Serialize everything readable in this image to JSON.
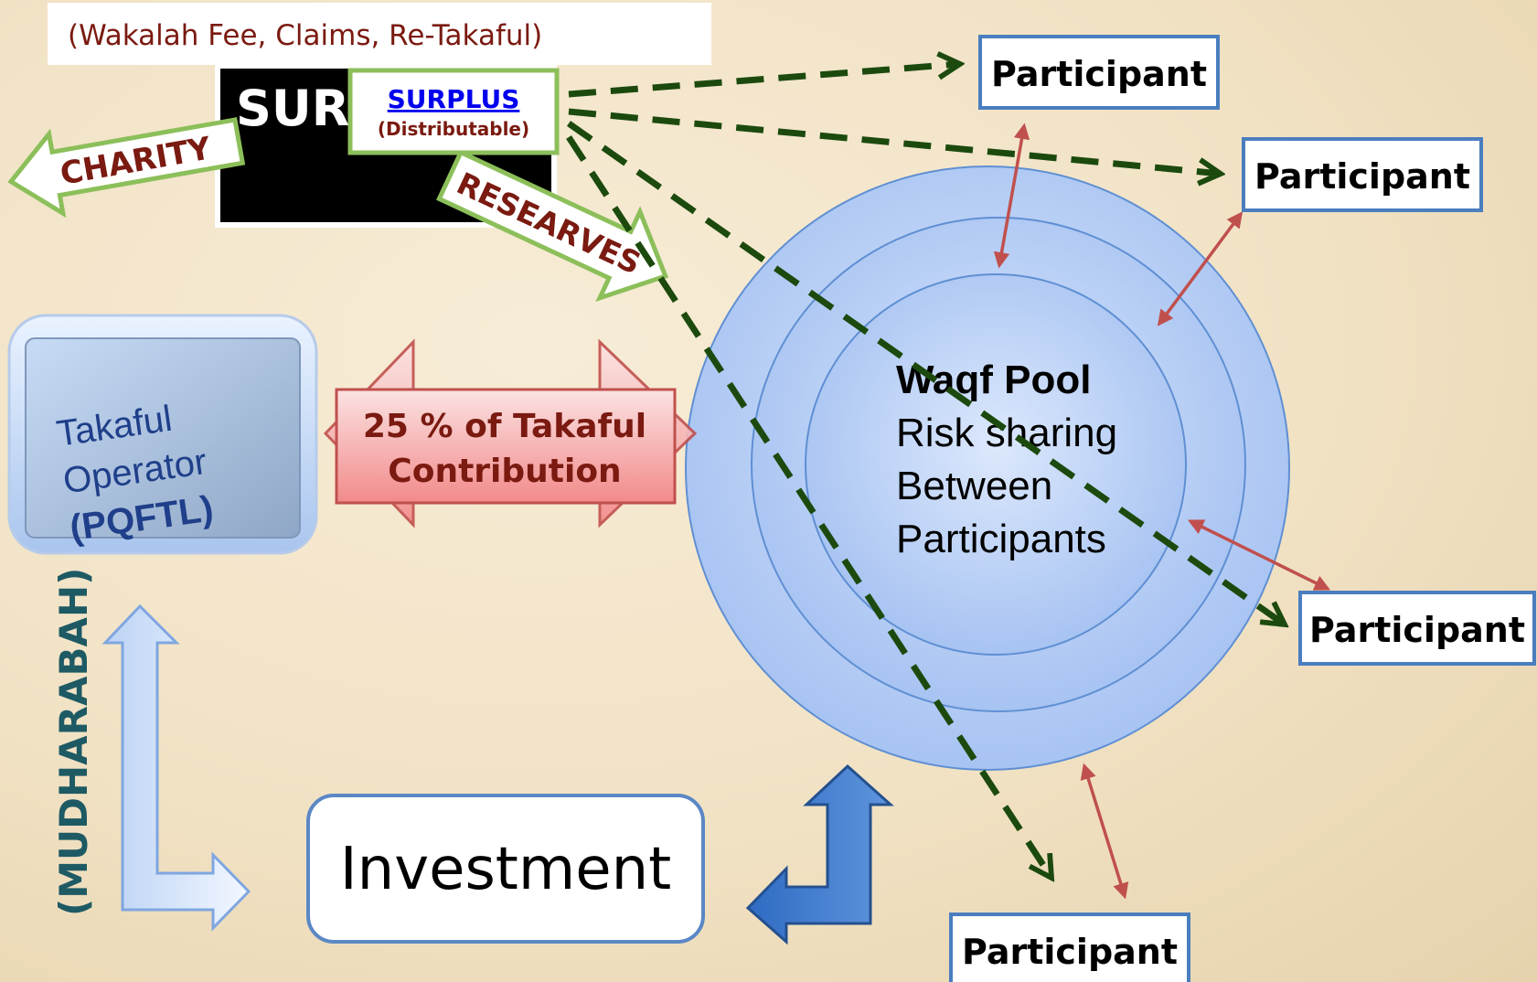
{
  "header_note": "(Wakalah Fee, Claims, Re-Takaful)",
  "surplus_box": {
    "black_label": "SURPLUS",
    "card_title": "SURPLUS",
    "card_subtitle": "(Distributable)"
  },
  "charity_label": "CHARITY",
  "reserves_label": "RESEARVES",
  "operator": {
    "line1": "Takaful",
    "line2": "Operator",
    "line3": "(PQFTL)"
  },
  "contribution": {
    "line1": "25 % of Takaful",
    "line2": "Contribution"
  },
  "pool": {
    "title": "Waqf Pool",
    "line1": "Risk sharing",
    "line2": "Between",
    "line3": "Participants"
  },
  "mudharabah_label": "(MUDHARABAH)",
  "investment_label": "Investment",
  "participants": [
    "Participant",
    "Participant",
    "Participant",
    "Participant"
  ],
  "colors": {
    "dashed_arrow": "#1c4a0e",
    "red_arrow": "#c0504d",
    "title_red": "#7a1a10",
    "circle_blue": "#b4cdf6",
    "link_blue": "#0000ee"
  }
}
